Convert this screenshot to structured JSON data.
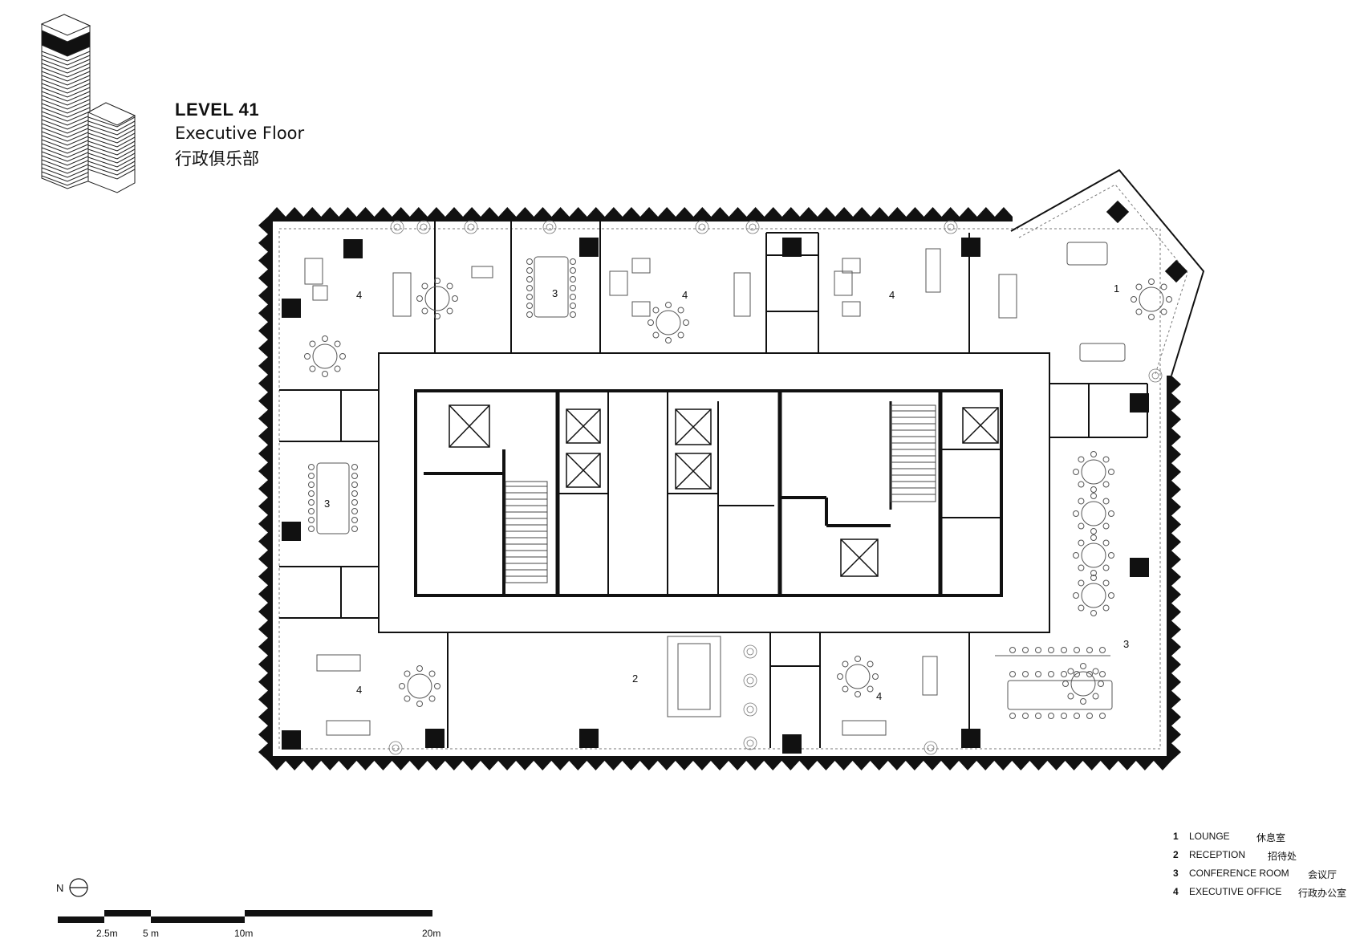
{
  "title": {
    "level": "LEVEL 41",
    "name_en": "Executive Floor",
    "name_zh": "行政俱乐部"
  },
  "legend": [
    {
      "num": "1",
      "en": "LOUNGE",
      "zh": "休息室"
    },
    {
      "num": "2",
      "en": "RECEPTION",
      "zh": "招待处"
    },
    {
      "num": "3",
      "en": "CONFERENCE ROOM",
      "zh": "会议厅"
    },
    {
      "num": "4",
      "en": "EXECUTIVE OFFICE",
      "zh": "行政办公室"
    }
  ],
  "room_labels": {
    "office_nw": "4",
    "conf_n": "3",
    "office_n": "4",
    "office_ne": "4",
    "lounge": "1",
    "conf_w": "3",
    "reception": "2",
    "office_sw": "4",
    "office_s": "4",
    "conf_e": "3"
  },
  "north": {
    "label": "N"
  },
  "scale": {
    "ticks": [
      "2.5m",
      "5 m",
      "10m",
      "20m"
    ]
  },
  "colors": {
    "ink": "#111111",
    "line": "#555555",
    "light": "#999999"
  }
}
